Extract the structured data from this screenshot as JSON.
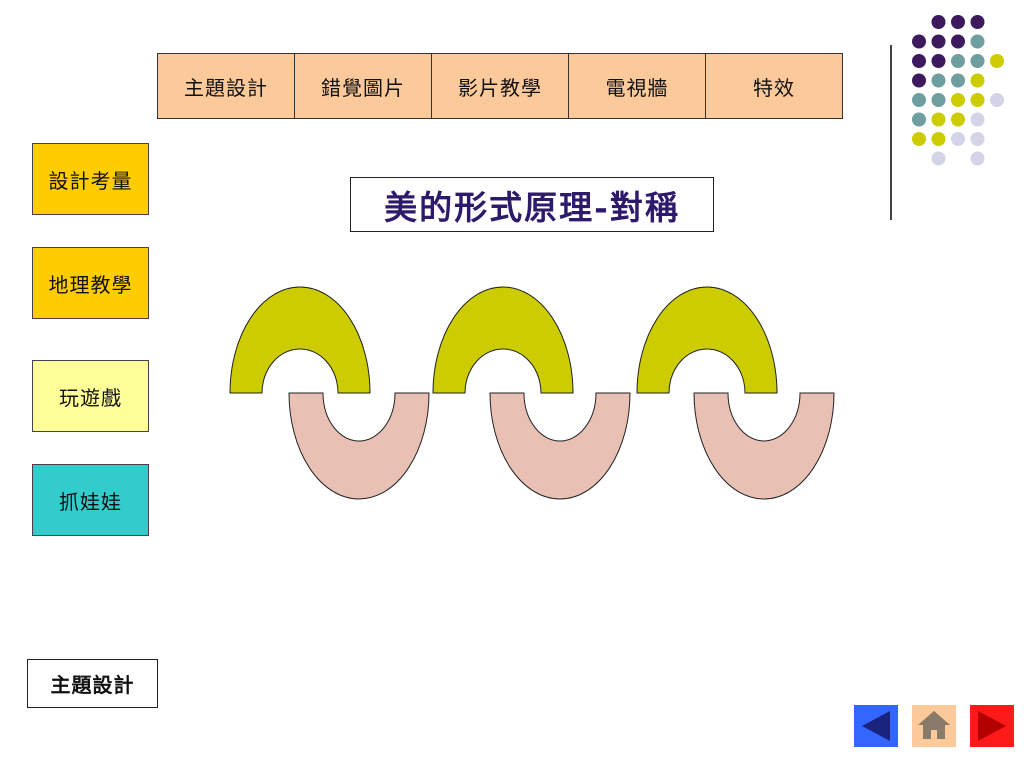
{
  "top_nav": [
    {
      "label": "主題設計"
    },
    {
      "label": "錯覺圖片"
    },
    {
      "label": "影片教學"
    },
    {
      "label": "電視牆"
    },
    {
      "label": "特效"
    }
  ],
  "side_buttons": [
    {
      "label": "設計考量",
      "color": "#ffcc00"
    },
    {
      "label": "地理教學",
      "color": "#ffcc00"
    },
    {
      "label": "玩遊戲",
      "color": "#ffff99"
    },
    {
      "label": "抓娃娃",
      "color": "#33cccc"
    }
  ],
  "slide_title": "美的形式原理-對稱",
  "footer_label": "主題設計",
  "colors": {
    "top_nav_bg": "#fcc99b",
    "upper_arch": "#cccc00",
    "lower_arch": "#e8c0b4",
    "title_text": "#2d1a6b",
    "nav_back": "#3366ff",
    "nav_home_bg": "#fcc99b",
    "nav_forward": "#ff0000"
  },
  "nav_icons": [
    "back-arrow-icon",
    "home-icon",
    "forward-arrow-icon"
  ]
}
